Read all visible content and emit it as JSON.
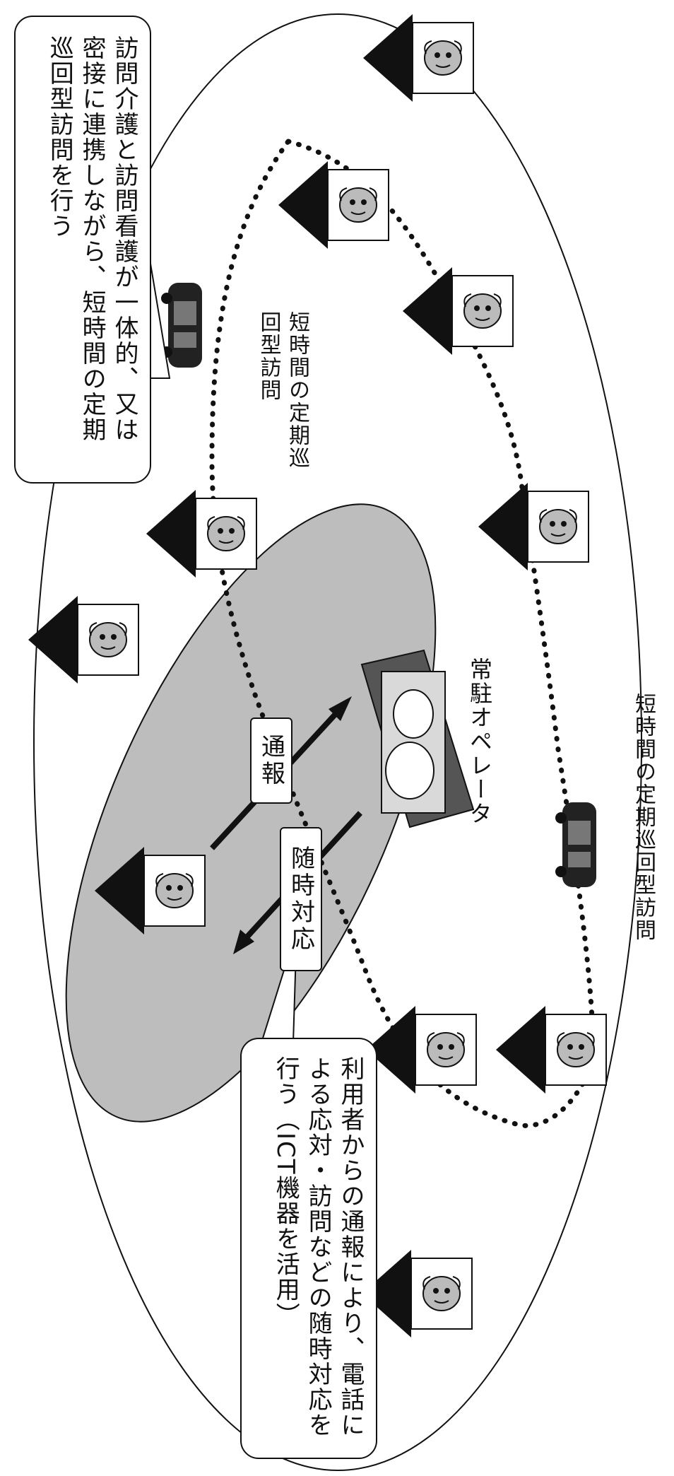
{
  "bubble_top": {
    "text": "訪問介護と訪問看護が一体的、又は密接に連携しながら、短時間の定期巡回型訪問を行う"
  },
  "bubble_bottom": {
    "text": "利用者からの通報により、電話による応対・訪問などの随時対応を行う（ICT機器を活用）"
  },
  "route_label_inner": "短時間の定期巡回型訪問",
  "route_label_outer": "短時間の定期巡回型訪問",
  "operator_label": "常駐オペレータ",
  "arrow_report_label": "通報",
  "arrow_response_label": "随時対応",
  "icons": {
    "house": "house-icon",
    "person": "elderly-person-icon",
    "car": "car-icon",
    "operator": "operator-icon"
  }
}
